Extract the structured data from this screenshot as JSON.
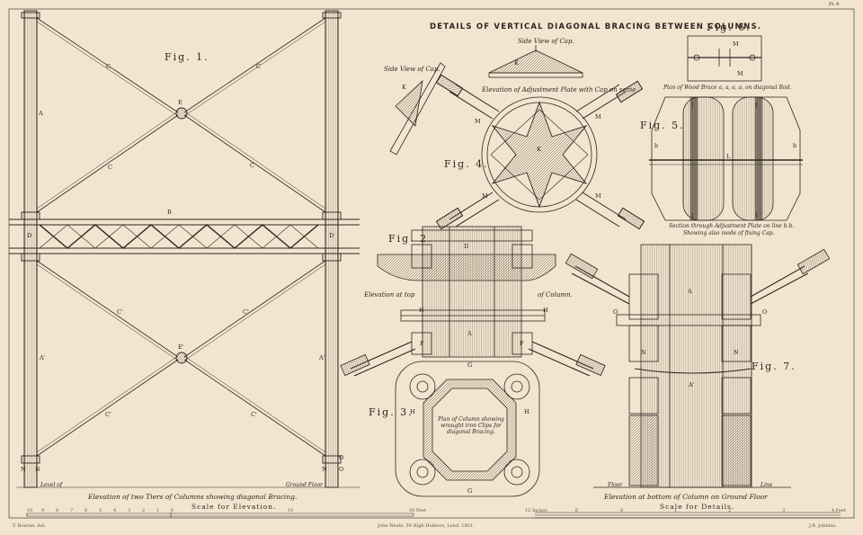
{
  "plate_number": "Pl. 9.",
  "title": "DETAILS OF VERTICAL DIAGONAL BRACING BETWEEN COLUMNS.",
  "figures": {
    "fig1": "Fig. 1.",
    "fig2": "Fig. 2.",
    "fig3": "Fig. 3.",
    "fig4": "Fig. 4.",
    "fig5": "Fig. 5.",
    "fig6": "Fig. 6.",
    "fig7": "Fig. 7."
  },
  "captions": {
    "side_view_cap_top": "Side View of Cap.",
    "side_view_cap_left": "Side View of Cap.",
    "elevation_adjustment_plate": "Elevation of Adjustment Plate with Cap on same",
    "plan_wood_brace": "Plan of Wood Brace a, a, a, a, on diagonal Rod.",
    "section_adjustment_plate_1": "Section through Adjustment Plate on line b.b.",
    "section_adjustment_plate_2": "Showing also mode of fixing Cap.",
    "elevation_at_top_left": "Elevation at top",
    "elevation_at_top_right": "of Column.",
    "plan_column_1": "Plan of Column showing",
    "plan_column_2": "wrought iron Clips for",
    "plan_column_3": "diagonal Bracing.",
    "elevation_two_tiers": "Elevation of two Tiers of Columns showing diagonal Bracing.",
    "elevation_bottom": "Elevation at bottom of Column on Ground Floor",
    "level_of": "Level of",
    "ground_floor": "Ground Floor",
    "floor": "Floor",
    "line": "Line"
  },
  "scales": {
    "elevation": "Scale for Elevation.",
    "details": "Scale for Details.",
    "elevation_ticks": [
      "10",
      "9",
      "8",
      "7",
      "6",
      "5",
      "4",
      "3",
      "2",
      "1",
      "0",
      "10",
      "20 Feet"
    ],
    "details_ticks": [
      "12 Inches",
      "6",
      "0",
      "1",
      "2",
      "3",
      "4 Feet"
    ]
  },
  "labels": {
    "A": "A",
    "A1": "A'",
    "B": "B",
    "C": "C",
    "C1": "C'",
    "D": "D",
    "E": "E",
    "E1": "E'",
    "N": "N",
    "O": "O",
    "F": "F",
    "G": "G",
    "H": "H",
    "K": "K",
    "M": "M",
    "I": "I",
    "L": "L",
    "b": "b"
  },
  "credits": {
    "left": "T. Bourne, del.",
    "center": "John Weale, 59 High Holborn, Lond. 1851.",
    "right": "J.R. Jobbins."
  },
  "colors": {
    "paper": "#f3e4cf",
    "ink": "#2b2620",
    "hatch": "#6a5f52"
  }
}
